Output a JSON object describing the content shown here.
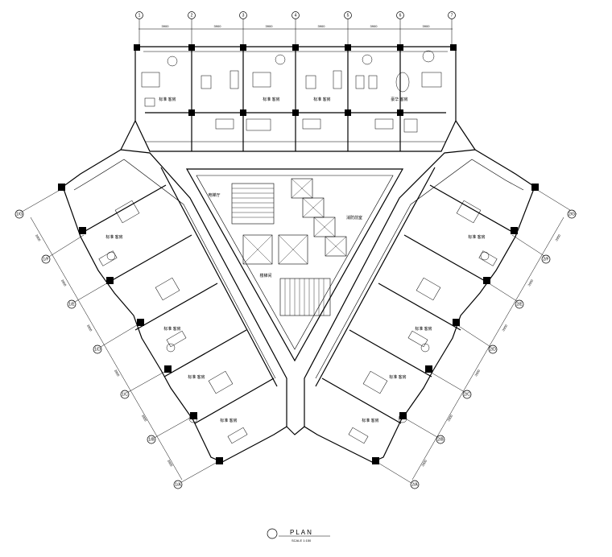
{
  "drawing": {
    "title": "PLAN",
    "scale": "SCALE 1:150"
  },
  "top_wing": {
    "axes": [
      "1",
      "2",
      "3",
      "4",
      "5",
      "6",
      "7"
    ],
    "dimensions": [
      "3900",
      "3900",
      "3900",
      "3900",
      "3900",
      "3900"
    ],
    "room_labels": [
      "标准 客房",
      "标准 客房",
      "标准 客房",
      "豪华 客房"
    ]
  },
  "left_wing": {
    "axes": [
      "1/G",
      "1/F",
      "1/E",
      "1/D",
      "1/C",
      "1/B",
      "1/A"
    ],
    "dimensions": [
      "3900",
      "3900",
      "3900",
      "3900",
      "3900",
      "3900"
    ],
    "room_labels": [
      "标准 客房",
      "标准 客房",
      "标准 客房",
      "标准 客房"
    ]
  },
  "right_wing": {
    "axes": [
      "2/G",
      "2/F",
      "2/E",
      "2/D",
      "2/C",
      "2/B",
      "2/A"
    ],
    "dimensions": [
      "3900",
      "3900",
      "3900",
      "3900",
      "3900",
      "3900"
    ],
    "room_labels": [
      "标准 客房",
      "标准 客房",
      "标准 客房",
      "标准 客房"
    ]
  },
  "core": {
    "labels": [
      "电梯厅",
      "消防前室",
      "楼梯间"
    ]
  }
}
